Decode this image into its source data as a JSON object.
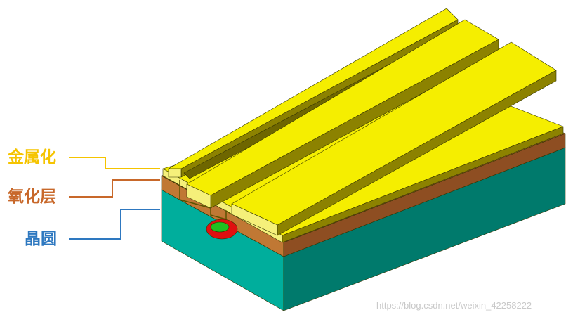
{
  "labels": {
    "metallization": {
      "text": "金属化",
      "color": "#F5C400"
    },
    "oxide": {
      "text": "氧化层",
      "color": "#C8682A"
    },
    "wafer": {
      "text": "晶圆",
      "color": "#2E78C0"
    }
  },
  "watermark": {
    "text": "https://blog.csdn.net/weixin_42258222",
    "color": "#C9C9C9"
  },
  "colors": {
    "substrate_top": "#00AE9C",
    "substrate_front": "#00AE9C",
    "substrate_side": "#007A6C",
    "oxide_top": "#B86A2C",
    "oxide_front": "#C07834",
    "oxide_side": "#8E4E22",
    "metal_top": "#F5EE00",
    "metal_front": "#F5F07A",
    "metal_side": "#8C8200",
    "metal_groove": "#6E6600",
    "diffusion_outer": "#E01010",
    "diffusion_inner": "#20C020"
  }
}
